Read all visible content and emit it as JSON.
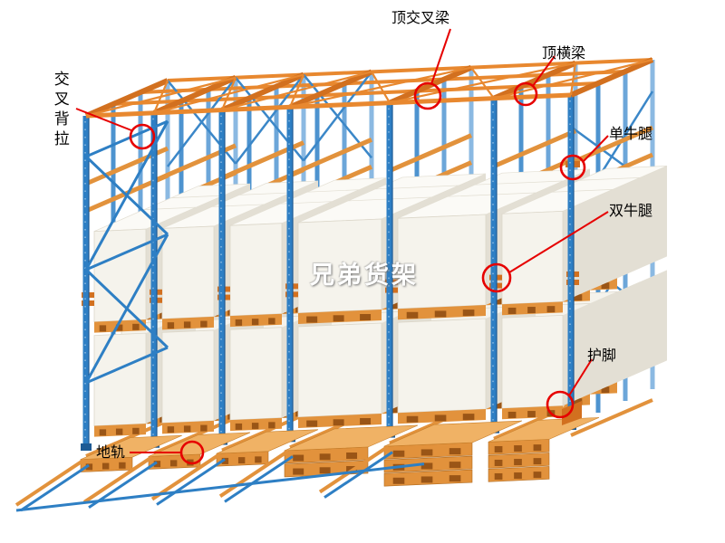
{
  "diagram": {
    "watermark": "兄弟货架",
    "labels": {
      "top_cross_beam": "顶交叉梁",
      "top_beam": "顶横梁",
      "cross_back_brace": "交叉背拉",
      "single_bracket": "单牛腿",
      "double_bracket": "双牛腿",
      "foot_guard": "护脚",
      "ground_rail": "地轨"
    },
    "colors": {
      "frame_blue": "#2e7fc4",
      "frame_blue_dark": "#1d5a94",
      "beam_orange": "#e8882f",
      "beam_orange_dark": "#d2701f",
      "pallet_orange": "#e2923c",
      "pallet_slot": "#9a5516",
      "box_front": "#f5f3ec",
      "box_top": "#fbfaf6",
      "box_side": "#e3dfd4",
      "annotation_red": "#e60000",
      "background": "#ffffff"
    }
  }
}
